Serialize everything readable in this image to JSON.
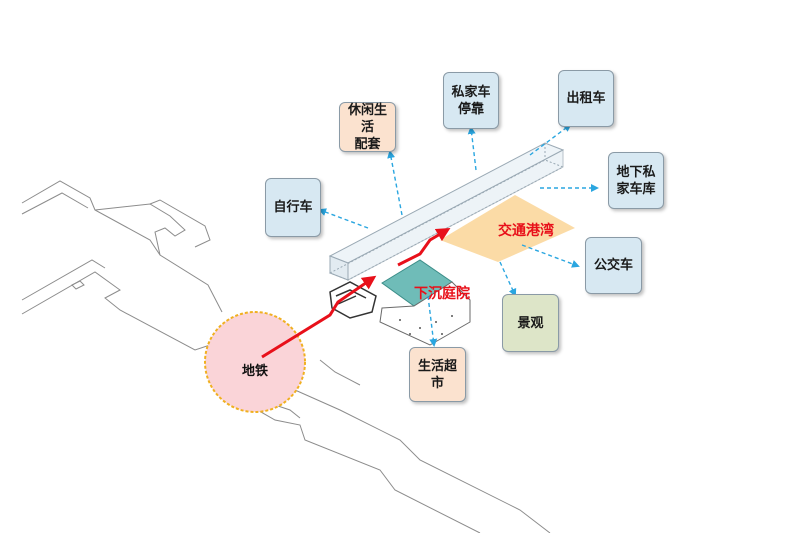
{
  "nodes": {
    "metro": "地铁",
    "bike": "自行车",
    "leisure": "休闲生活\n配套",
    "private_stop": "私家车\n停靠",
    "taxi": "出租车",
    "underground_parking": "地下私\n家车库",
    "bus": "公交车",
    "landscape": "景观",
    "supermarket": "生活超市"
  },
  "zones": {
    "transport_bay": "交通港湾",
    "sunken_courtyard": "下沉庭院"
  },
  "colors": {
    "arrow_red": "#e8101a",
    "dash_blue": "#2aa6e0",
    "box_blue": "#d7e8f2",
    "box_peach": "#fbe2cf",
    "box_green": "#dde5c8",
    "bay_orange": "#fbd79c",
    "courtyard_teal": "#6fbcb8",
    "metro_pink": "#fad4d8",
    "metro_ring": "#f0b020"
  }
}
